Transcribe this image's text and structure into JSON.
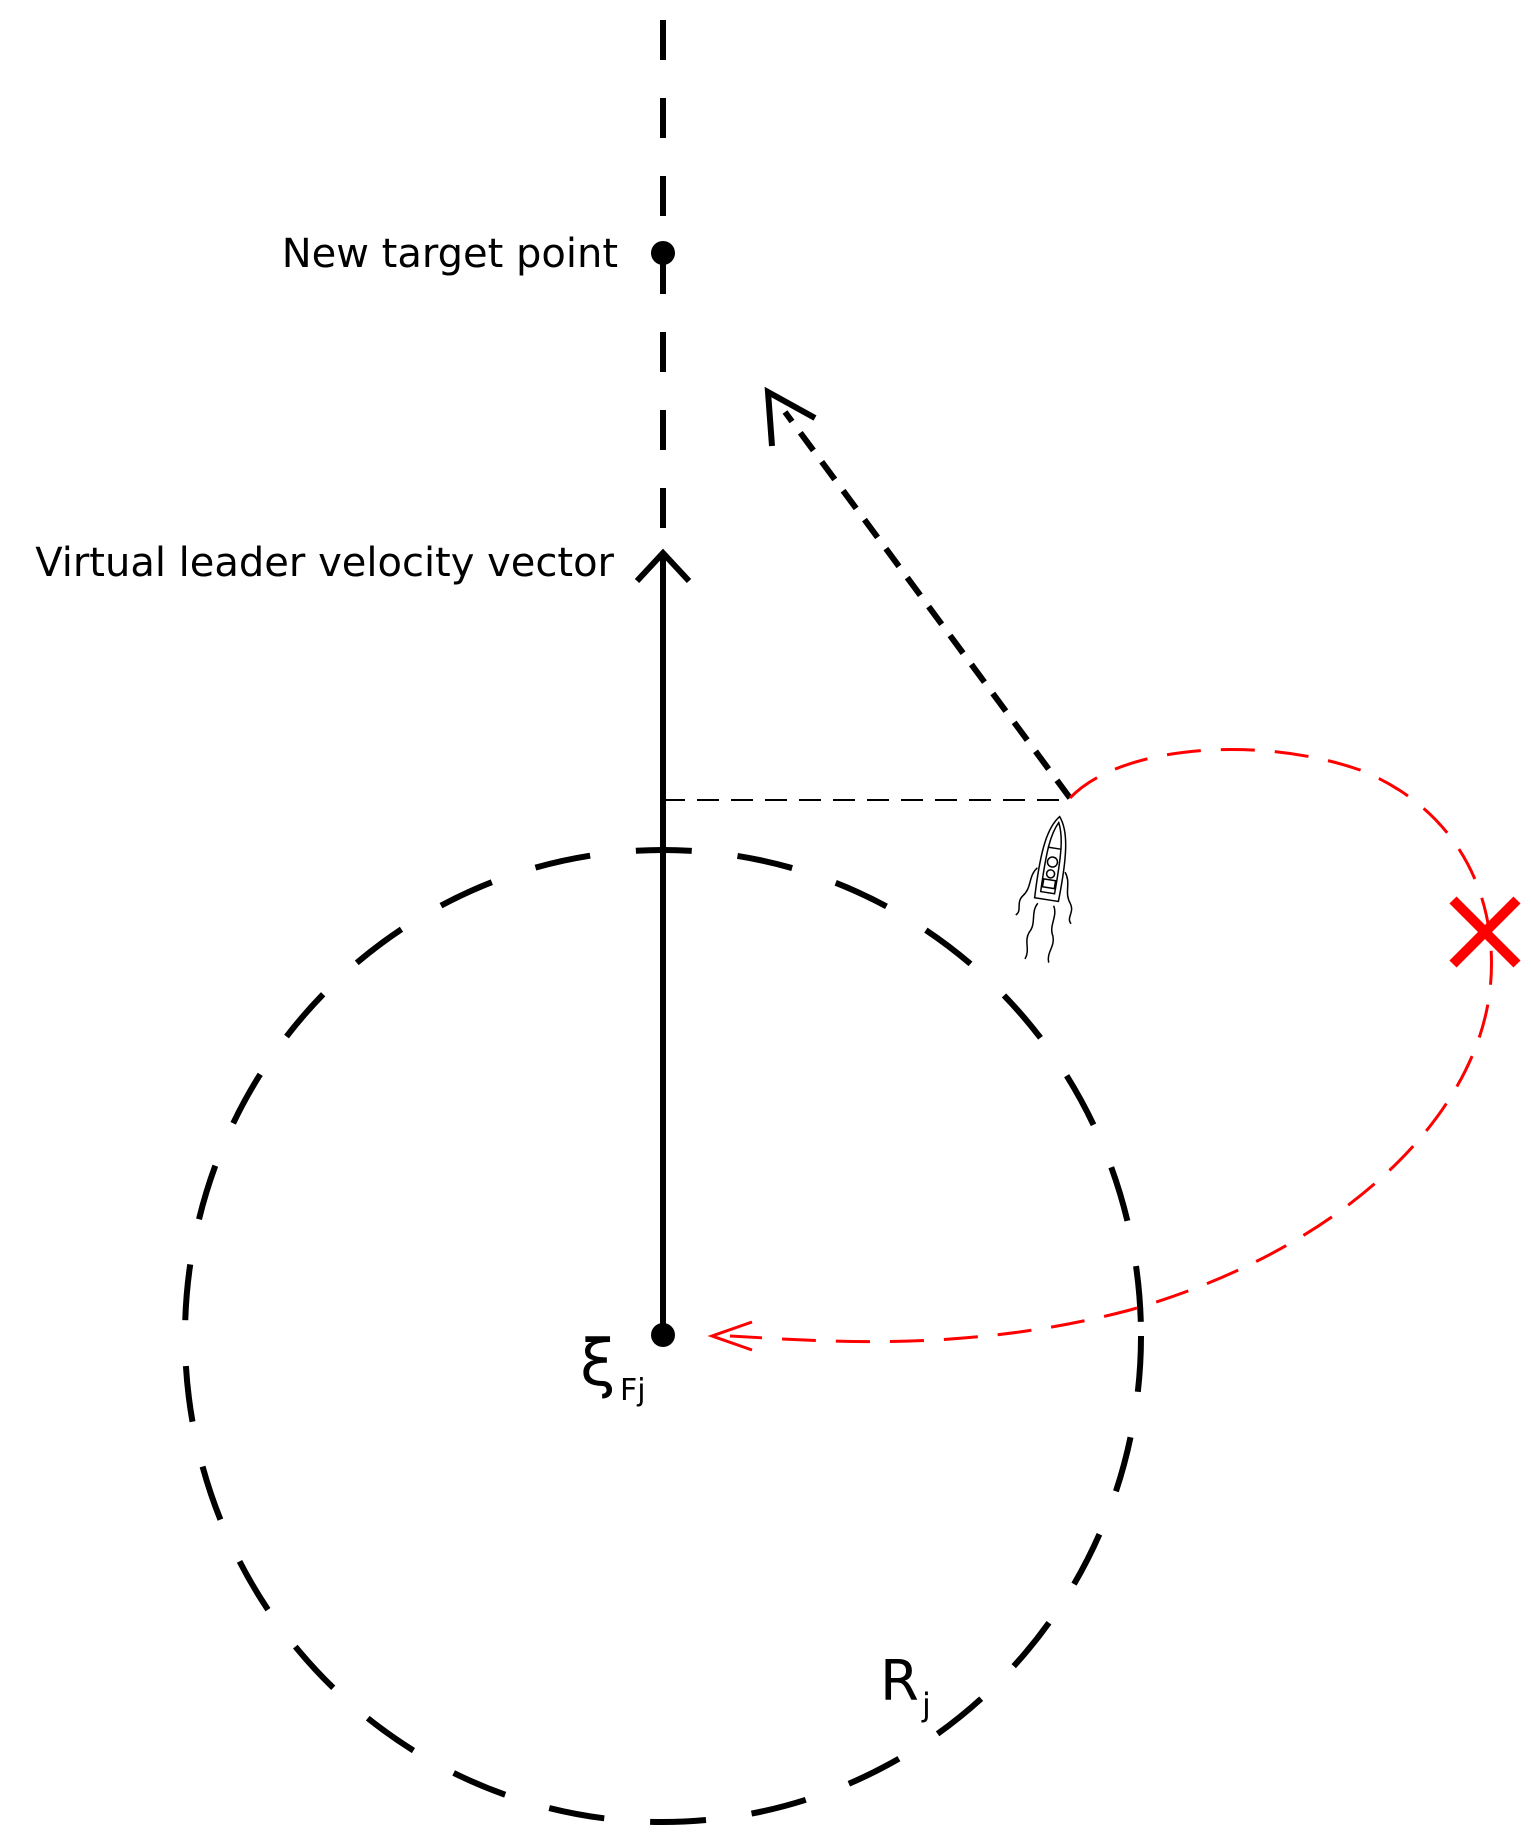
{
  "labels": {
    "new_target_point": "New target point",
    "virtual_leader_velocity_vector": "Virtual leader velocity vector",
    "xi": "ξ",
    "xi_subscript": "Fj",
    "radius_main": "R",
    "radius_subscript": "j"
  },
  "colors": {
    "ink": "#000000",
    "path_red": "#ff0000"
  },
  "icons": {
    "vessel": "boat-icon",
    "obstacle": "red-x-mark-icon"
  }
}
